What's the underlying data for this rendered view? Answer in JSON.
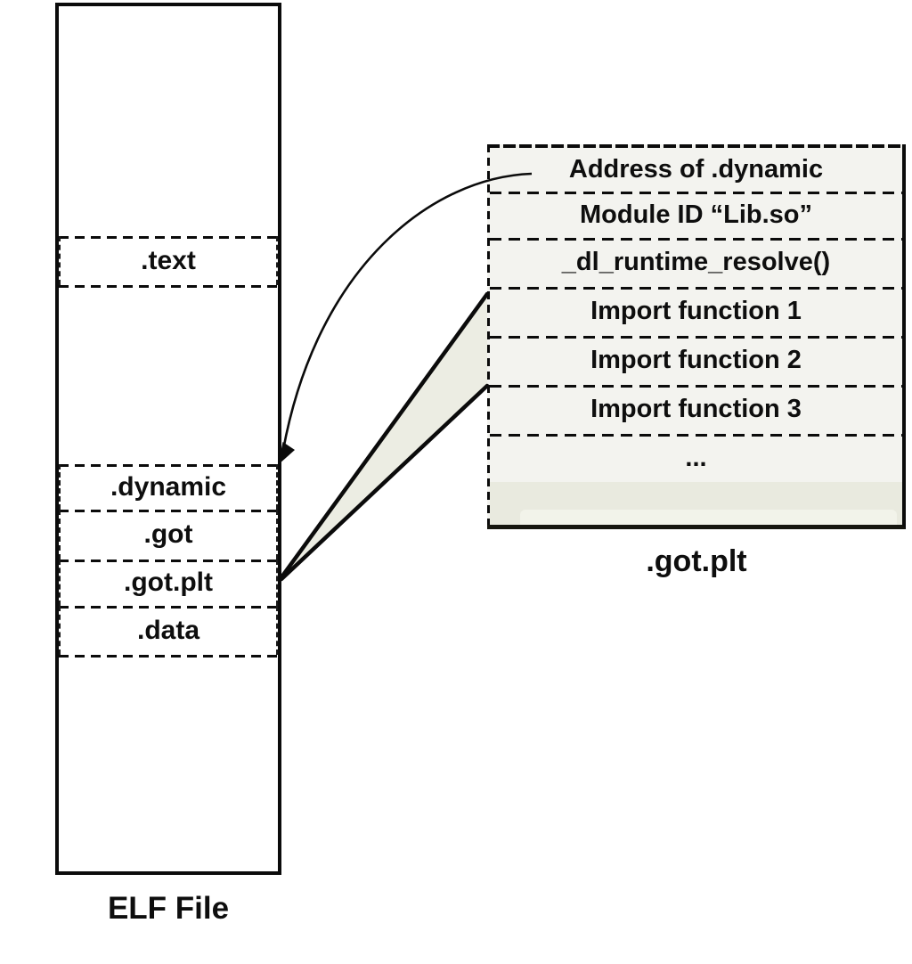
{
  "diagram": {
    "elf_box": {
      "caption": "ELF File",
      "sections": [
        ".text",
        ".dynamic",
        ".got",
        ".got.plt",
        ".data"
      ]
    },
    "gotplt_box": {
      "caption": ".got.plt",
      "rows": [
        "Address of .dynamic",
        "Module ID “Lib.so”",
        "_dl_runtime_resolve()",
        "Import function 1",
        "Import function 2",
        "Import function 3",
        "..."
      ]
    },
    "colors": {
      "stroke": "#0b0b0b",
      "gotplt_fill": "#f3f3ef",
      "cone_fill": "#ecede3",
      "empty_strip_fill": "#e9eadf"
    }
  }
}
